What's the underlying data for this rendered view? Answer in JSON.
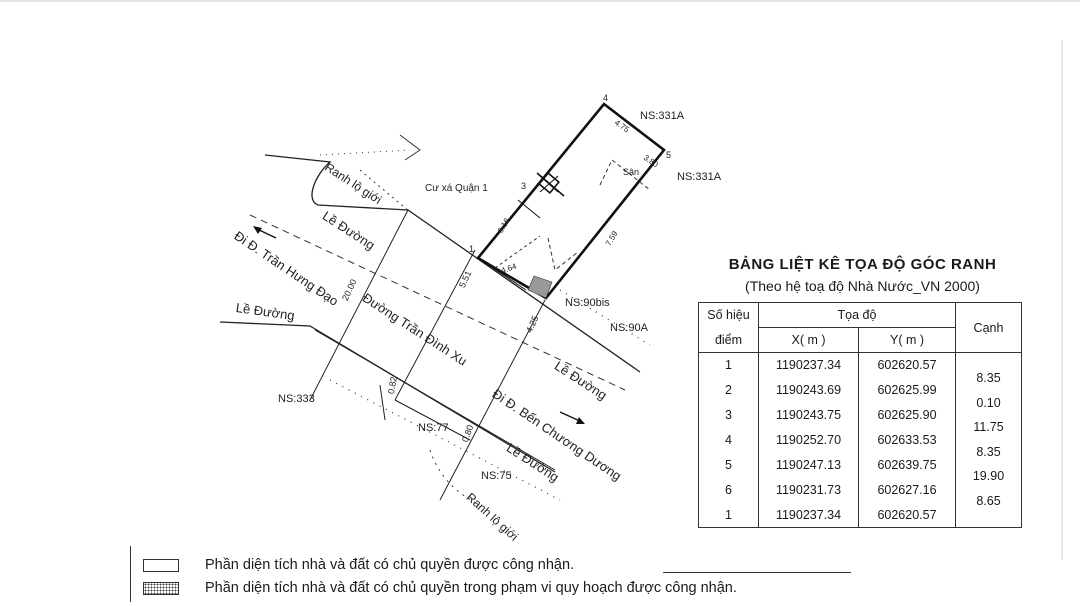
{
  "map_labels": {
    "ns_331a_top": "NS:331A",
    "ns_331a_right": "NS:331A",
    "san": "Sân",
    "cu_xa": "Cư xá Quận 1",
    "ranh_lo_gioi_top": "Ranh lộ giới",
    "ranh_lo_gioi_bottom": "Ranh lộ giới",
    "le_duong_1": "Lề Đường",
    "le_duong_2": "Lề Đường",
    "le_duong_3": "Lề Đường",
    "le_duong_4": "Lề Đường",
    "di_tran_hung_dao": "Đi Đ. Trần Hưng Đạo",
    "duong_tran_dinh_xu": "Đường Trần Đình Xu",
    "di_ben_chuong_duong": "Đi Đ. Bến Chương Dương",
    "ns_90bis": "NS:90bis",
    "ns_90a": "NS:90A",
    "ns_333": "NS:333",
    "ns_77": "NS:77",
    "ns_75": "NS:75",
    "dim_20_00": "20.00",
    "dim_5_51": "5.51",
    "dim_4_25": "4.25",
    "dim_0_82": "0.82",
    "dim_0_80": "0.80",
    "dim_8_16": "8.16",
    "dim_7_59": "7.59",
    "dim_4_64": "4.64",
    "dim_3_80": "3.80",
    "dim_4_75": "4.75",
    "point_1": "1",
    "point_3": "3",
    "point_4": "4",
    "point_5": "5"
  },
  "table": {
    "title": "BẢNG LIỆT KÊ TỌA ĐỘ GÓC RANH",
    "subtitle": "(Theo hệ toạ độ Nhà Nước_VN 2000)",
    "col_so_hieu_1": "Số hiệu",
    "col_so_hieu_2": "điểm",
    "col_toa_do": "Tọa độ",
    "col_x": "X( m )",
    "col_y": "Y( m )",
    "col_canh": "Cạnh",
    "rows": [
      {
        "id": "1",
        "x": "1190237.34",
        "y": "602620.57"
      },
      {
        "id": "2",
        "x": "1190243.69",
        "y": "602625.99"
      },
      {
        "id": "3",
        "x": "1190243.75",
        "y": "602625.90"
      },
      {
        "id": "4",
        "x": "1190252.70",
        "y": "602633.53"
      },
      {
        "id": "5",
        "x": "1190247.13",
        "y": "602639.75"
      },
      {
        "id": "6",
        "x": "1190231.73",
        "y": "602627.16"
      },
      {
        "id": "1",
        "x": "1190237.34",
        "y": "602620.57"
      }
    ],
    "canh": [
      "8.35",
      "0.10",
      "11.75",
      "8.35",
      "19.90",
      "8.65"
    ]
  },
  "legend": {
    "item1": "Phần diện tích nhà và đất có chủ quyền được công nhận.",
    "item2": "Phần diện tích nhà và đất có chủ quyền trong phạm vi quy hoạch được công nhận."
  }
}
